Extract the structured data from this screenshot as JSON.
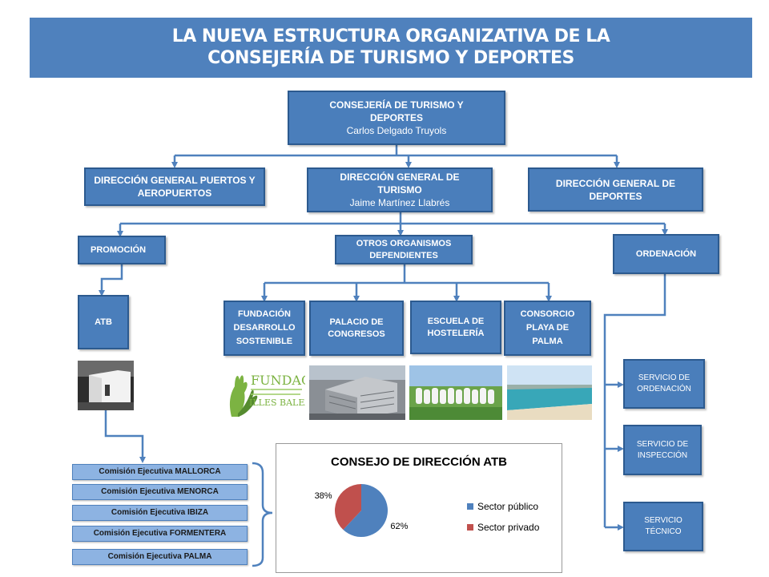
{
  "title": {
    "line1": "LA NUEVA  ESTRUCTURA ORGANIZATIVA DE LA",
    "line2": "CONSEJERÍA DE TURISMO Y DEPORTES"
  },
  "consejeria": {
    "title": "CONSEJERÍA DE TURISMO Y DEPORTES",
    "person": "Carlos Delgado Truyols"
  },
  "dg_puertos": {
    "title": "DIRECCIÓN GENERAL PUERTOS Y AEROPUERTOS"
  },
  "dg_turismo": {
    "title": "DIRECCIÓN GENERAL DE TURISMO",
    "person": "Jaime Martínez Llabrés"
  },
  "dg_deportes": {
    "title": "DIRECCIÓN  GENERAL DE DEPORTES"
  },
  "promocion": "PROMOCIÓN",
  "otros": "OTROS ORGANISMOS DEPENDIENTES",
  "ordenacion": "ORDENACIÓN",
  "atb": "ATB",
  "organismos": [
    "FUNDACIÓN DESARROLLO SOSTENIBLE",
    "PALACIO DE CONGRESOS",
    "ESCUELA DE HOSTELERÍA",
    "CONSORCIO PLAYA DE PALMA"
  ],
  "servicios": [
    "SERVICIO  DE ORDENACIÓN",
    "SERVICIO  DE INSPECCIÓN",
    "SERVICIO TÉCNICO"
  ],
  "comisiones": [
    "Comisión Ejecutiva  MALLORCA",
    "Comisión Ejecutiva MENORCA",
    "Comisión Ejecutiva  IBIZA",
    "Comisión Ejecutiva  FORMENTERA",
    "Comisión Ejecutiva PALMA"
  ],
  "fundacio_logo": {
    "line1": "FUNDACIÓ",
    "line2": "ILLES BALEARS"
  },
  "colors": {
    "banner": "#4f81bd",
    "box": "#4a7ebb",
    "commission": "#8db3e2",
    "publico": "#4f81bd",
    "privado": "#c0504d"
  },
  "chart_data": {
    "type": "pie",
    "title": "CONSEJO DE DIRECCIÓN ATB",
    "categories": [
      "Sector público",
      "Sector privado"
    ],
    "values": [
      62,
      38
    ],
    "labels": [
      "62%",
      "38%"
    ],
    "colors": [
      "#4f81bd",
      "#c0504d"
    ],
    "legend": "right"
  }
}
